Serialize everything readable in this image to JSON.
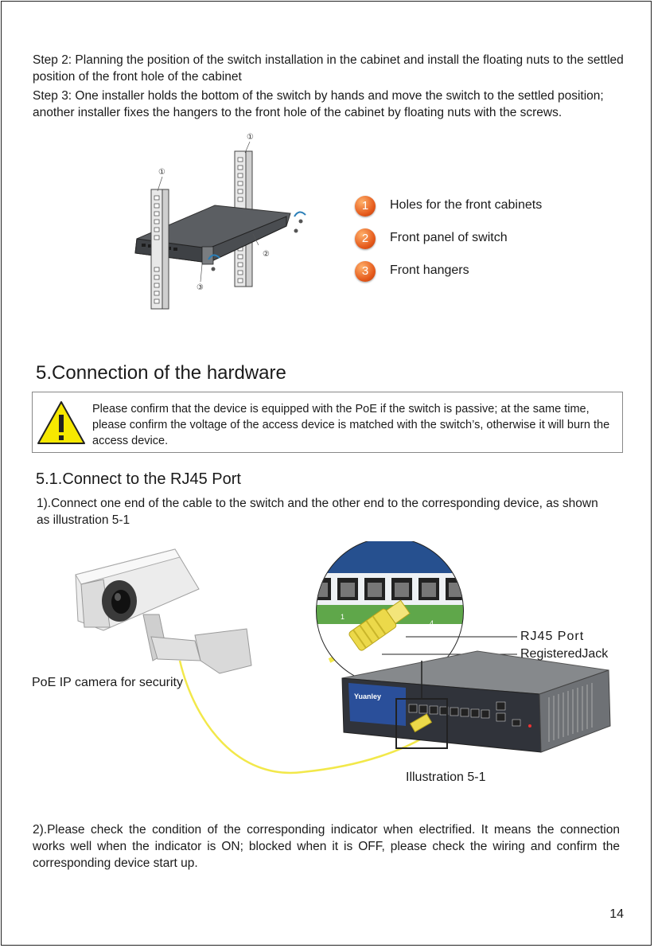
{
  "steps": {
    "step2": "Step 2: Planning the position of the switch installation in the cabinet and install the floating nuts to the settled position of the front hole of the cabinet",
    "step3": "Step 3: One installer holds the bottom of the switch by hands and move the switch to the settled position; another installer fixes the hangers to the front hole of the cabinet by floating nuts with the screws."
  },
  "install_diagram": {
    "markers": [
      "①",
      "①",
      "②",
      "③"
    ],
    "legend": [
      {
        "num": "1",
        "label": "Holes for the front cabinets"
      },
      {
        "num": "2",
        "label": "Front panel of switch"
      },
      {
        "num": "3",
        "label": "Front hangers"
      }
    ]
  },
  "section5": {
    "title": "5.Connection of the hardware",
    "warning": "Please confirm that the device is equipped with the PoE if the switch is passive; at the same time, please confirm the voltage of the access device is matched with the switch’s, otherwise it will burn the access device."
  },
  "section51": {
    "title": "5.1.Connect to the RJ45 Port",
    "item1": "1).Connect one end of the cable to the switch and the other end to the corresponding device, as shown as illustration 5-1",
    "item2": "2).Please check the condition of the corresponding indicator when electrified. It means the connection works well when the indicator is ON; blocked when it is OFF, please check the wiring and confirm the corresponding device start up."
  },
  "illustration": {
    "camera_label": "PoE IP camera for security",
    "rj45_label": "RJ45 Port",
    "jack_label": "RegisteredJack",
    "caption": "Illustration 5-1",
    "brand": "Yuanley",
    "zoom_port_numbers": [
      "1",
      "4"
    ]
  },
  "page_number": "14"
}
